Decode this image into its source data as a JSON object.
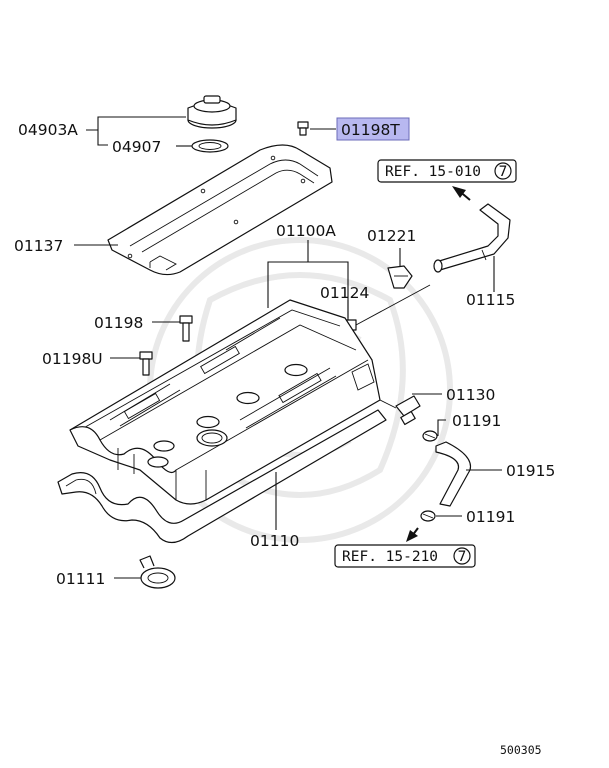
{
  "labels": {
    "l_04903A": "04903A",
    "l_04907": "04907",
    "l_01198T": "01198T",
    "l_01137": "01137",
    "l_01100A": "01100A",
    "l_01221": "01221",
    "l_01124": "01124",
    "l_01115": "01115",
    "l_01198": "01198",
    "l_01198U": "01198U",
    "l_01130": "01130",
    "l_01191a": "01191",
    "l_01915": "01915",
    "l_01191b": "01191",
    "l_01110": "01110",
    "l_01111": "01111"
  },
  "refs": {
    "ref1_text": "REF. 15-010",
    "ref1_num": "7",
    "ref2_text": "REF. 15-210",
    "ref2_num": "7"
  },
  "highlight_color": "#b8b8f0",
  "diagram_code": "500305"
}
